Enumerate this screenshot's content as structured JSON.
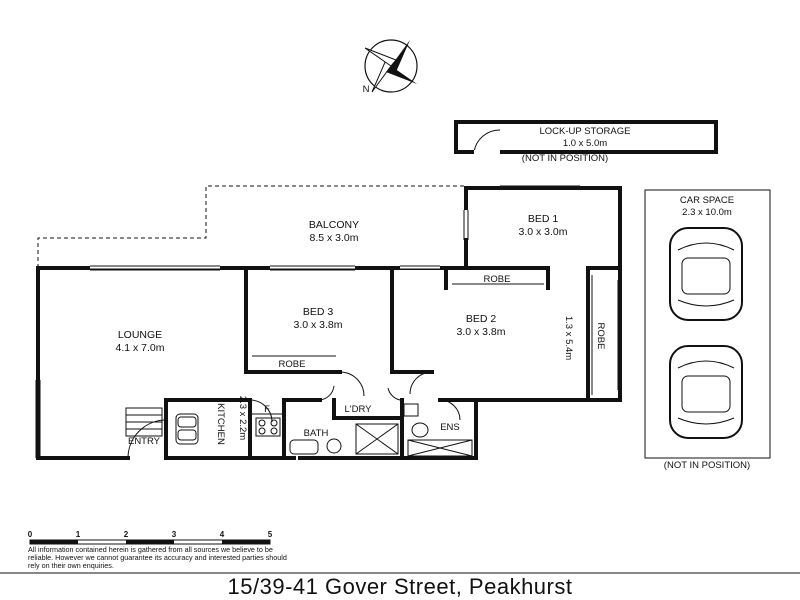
{
  "plan": {
    "compass_letter": "N",
    "storage": {
      "label": "LOCK-UP STORAGE",
      "dims": "1.0 x 5.0m",
      "note": "(NOT IN POSITION)"
    },
    "car_space": {
      "label": "CAR SPACE",
      "dims": "2.3 x 10.0m",
      "note": "(NOT IN POSITION)"
    },
    "rooms": {
      "balcony": {
        "label": "BALCONY",
        "dims": "8.5 x 3.0m"
      },
      "bed1": {
        "label": "BED 1",
        "dims": "3.0 x 3.0m"
      },
      "bed2": {
        "label": "BED 2",
        "dims": "3.0 x 3.8m"
      },
      "bed3": {
        "label": "BED 3",
        "dims": "3.0 x 3.8m"
      },
      "lounge": {
        "label": "LOUNGE",
        "dims": "4.1 x 7.0m"
      },
      "kitchen": {
        "label": "KITCHEN",
        "dims": "2.3 x 2.2m"
      },
      "entry": {
        "label": "ENTRY"
      },
      "bath": {
        "label": "BATH"
      },
      "laundry": {
        "label": "L'DRY"
      },
      "ensuite": {
        "label": "ENS"
      },
      "fridge": {
        "label": "F"
      },
      "robe_bed1": {
        "label": "ROBE"
      },
      "robe_bed2": {
        "label": "ROBE"
      },
      "robe_bed3": {
        "label": "ROBE"
      },
      "bed1_extension": {
        "dims": "1.3 x 5.4m"
      }
    },
    "scale_bar": {
      "ticks": [
        "0",
        "1",
        "2",
        "3",
        "4",
        "5"
      ]
    },
    "disclaimer": [
      "All information contained herein is gathered from all sources we believe to be",
      "reliable. However we cannot guarantee its accuracy and interested parties should",
      "rely on their own enquiries."
    ],
    "address": "15/39-41 Gover Street, Peakhurst"
  }
}
